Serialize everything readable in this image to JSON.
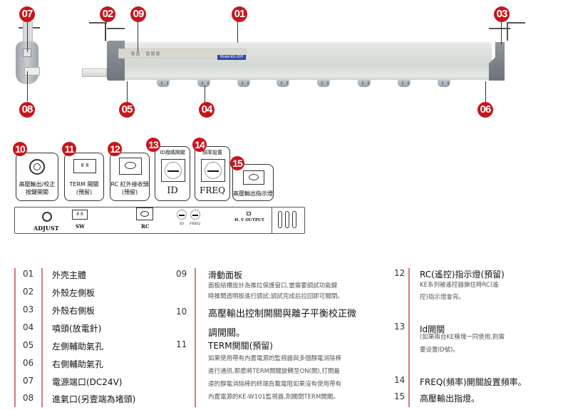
{
  "product": {
    "model_label": "Model:KE-60H"
  },
  "markers": {
    "m01": "01",
    "m02": "02",
    "m03": "03",
    "m04": "04",
    "m05": "05",
    "m06": "06",
    "m07": "07",
    "m08": "08",
    "m09": "09",
    "m10": "10",
    "m11": "11",
    "m12": "12",
    "m13": "13",
    "m14": "14",
    "m15": "15"
  },
  "colors": {
    "marker_red": "#c8141c",
    "legend_divider": "#d9787d"
  },
  "panel": {
    "callout10": [
      "高壓輸出/校正",
      "按鍵開關"
    ],
    "callout11": [
      "TERM 開關",
      "(預留)"
    ],
    "callout12": [
      "RC 紅外接收頭",
      "(預留)"
    ],
    "callout13_title": "ID撥碼開關",
    "callout13_label": "ID",
    "callout14_title": "頻率設置",
    "callout14_label": "FREQ",
    "callout15": "高壓輸出指示燈",
    "switch_display": "8 8",
    "strip": {
      "adjust": "ADJUST",
      "sw": "SW",
      "rc": "RC",
      "id": "ID",
      "freq": "FREQ",
      "hv_output": "H. V  OUTPUT"
    }
  },
  "legend": {
    "col1": [
      {
        "num": "01",
        "title": "外壳主體"
      },
      {
        "num": "02",
        "title": "外殼左側板"
      },
      {
        "num": "03",
        "title": "外殼右側板"
      },
      {
        "num": "04",
        "title": "噴頭(放電針)"
      },
      {
        "num": "05",
        "title": "左側輔助氣孔"
      },
      {
        "num": "06",
        "title": "右側輔助氣孔"
      },
      {
        "num": "07",
        "title": "電源端口(DC24V)"
      },
      {
        "num": "08",
        "title": "進氣口(另壹端為堵頭)"
      }
    ],
    "col2": [
      {
        "num": "09",
        "title": "滑動面板",
        "desc": [
          "面板結構設計為推拉保護窗口,當需要調試功能鍵",
          "時推開透明板進行調試;調試完成后拉回即可關閉。"
        ]
      },
      {
        "num": "10",
        "title": "高壓輸出控制開關與離子平衡校正微",
        "title2": "調開關。"
      },
      {
        "num": "11",
        "title": "TERM開關(預留)",
        "desc": [
          "如果使用帶有內置電源的監視器與多個靜電消除棒",
          "進行通訊,那麼將TERM開關旋轉至ON(開),打開最",
          "遠的靜電消除棒的終端負載電阻如果沒有使用帶有",
          "內置電源的KE-W101監視器,則關閉TERM開關。"
        ]
      }
    ],
    "col3": [
      {
        "num": "12",
        "title": "RC(遙控)指示燈(預留)",
        "desc": [
          "KE系列被遙控器鎖住時RC(遙",
          "控)指示燈會亮。"
        ]
      },
      {
        "num": "13",
        "title": "Id開關",
        "desc": [
          "(如果兩台KE模塊一同使用,則需",
          "要设置ID號)。"
        ]
      },
      {
        "num": "14",
        "title": "FREQ(頻率)開關設置頻率。"
      },
      {
        "num": "15",
        "title": "高壓輸出指燈。"
      }
    ]
  }
}
